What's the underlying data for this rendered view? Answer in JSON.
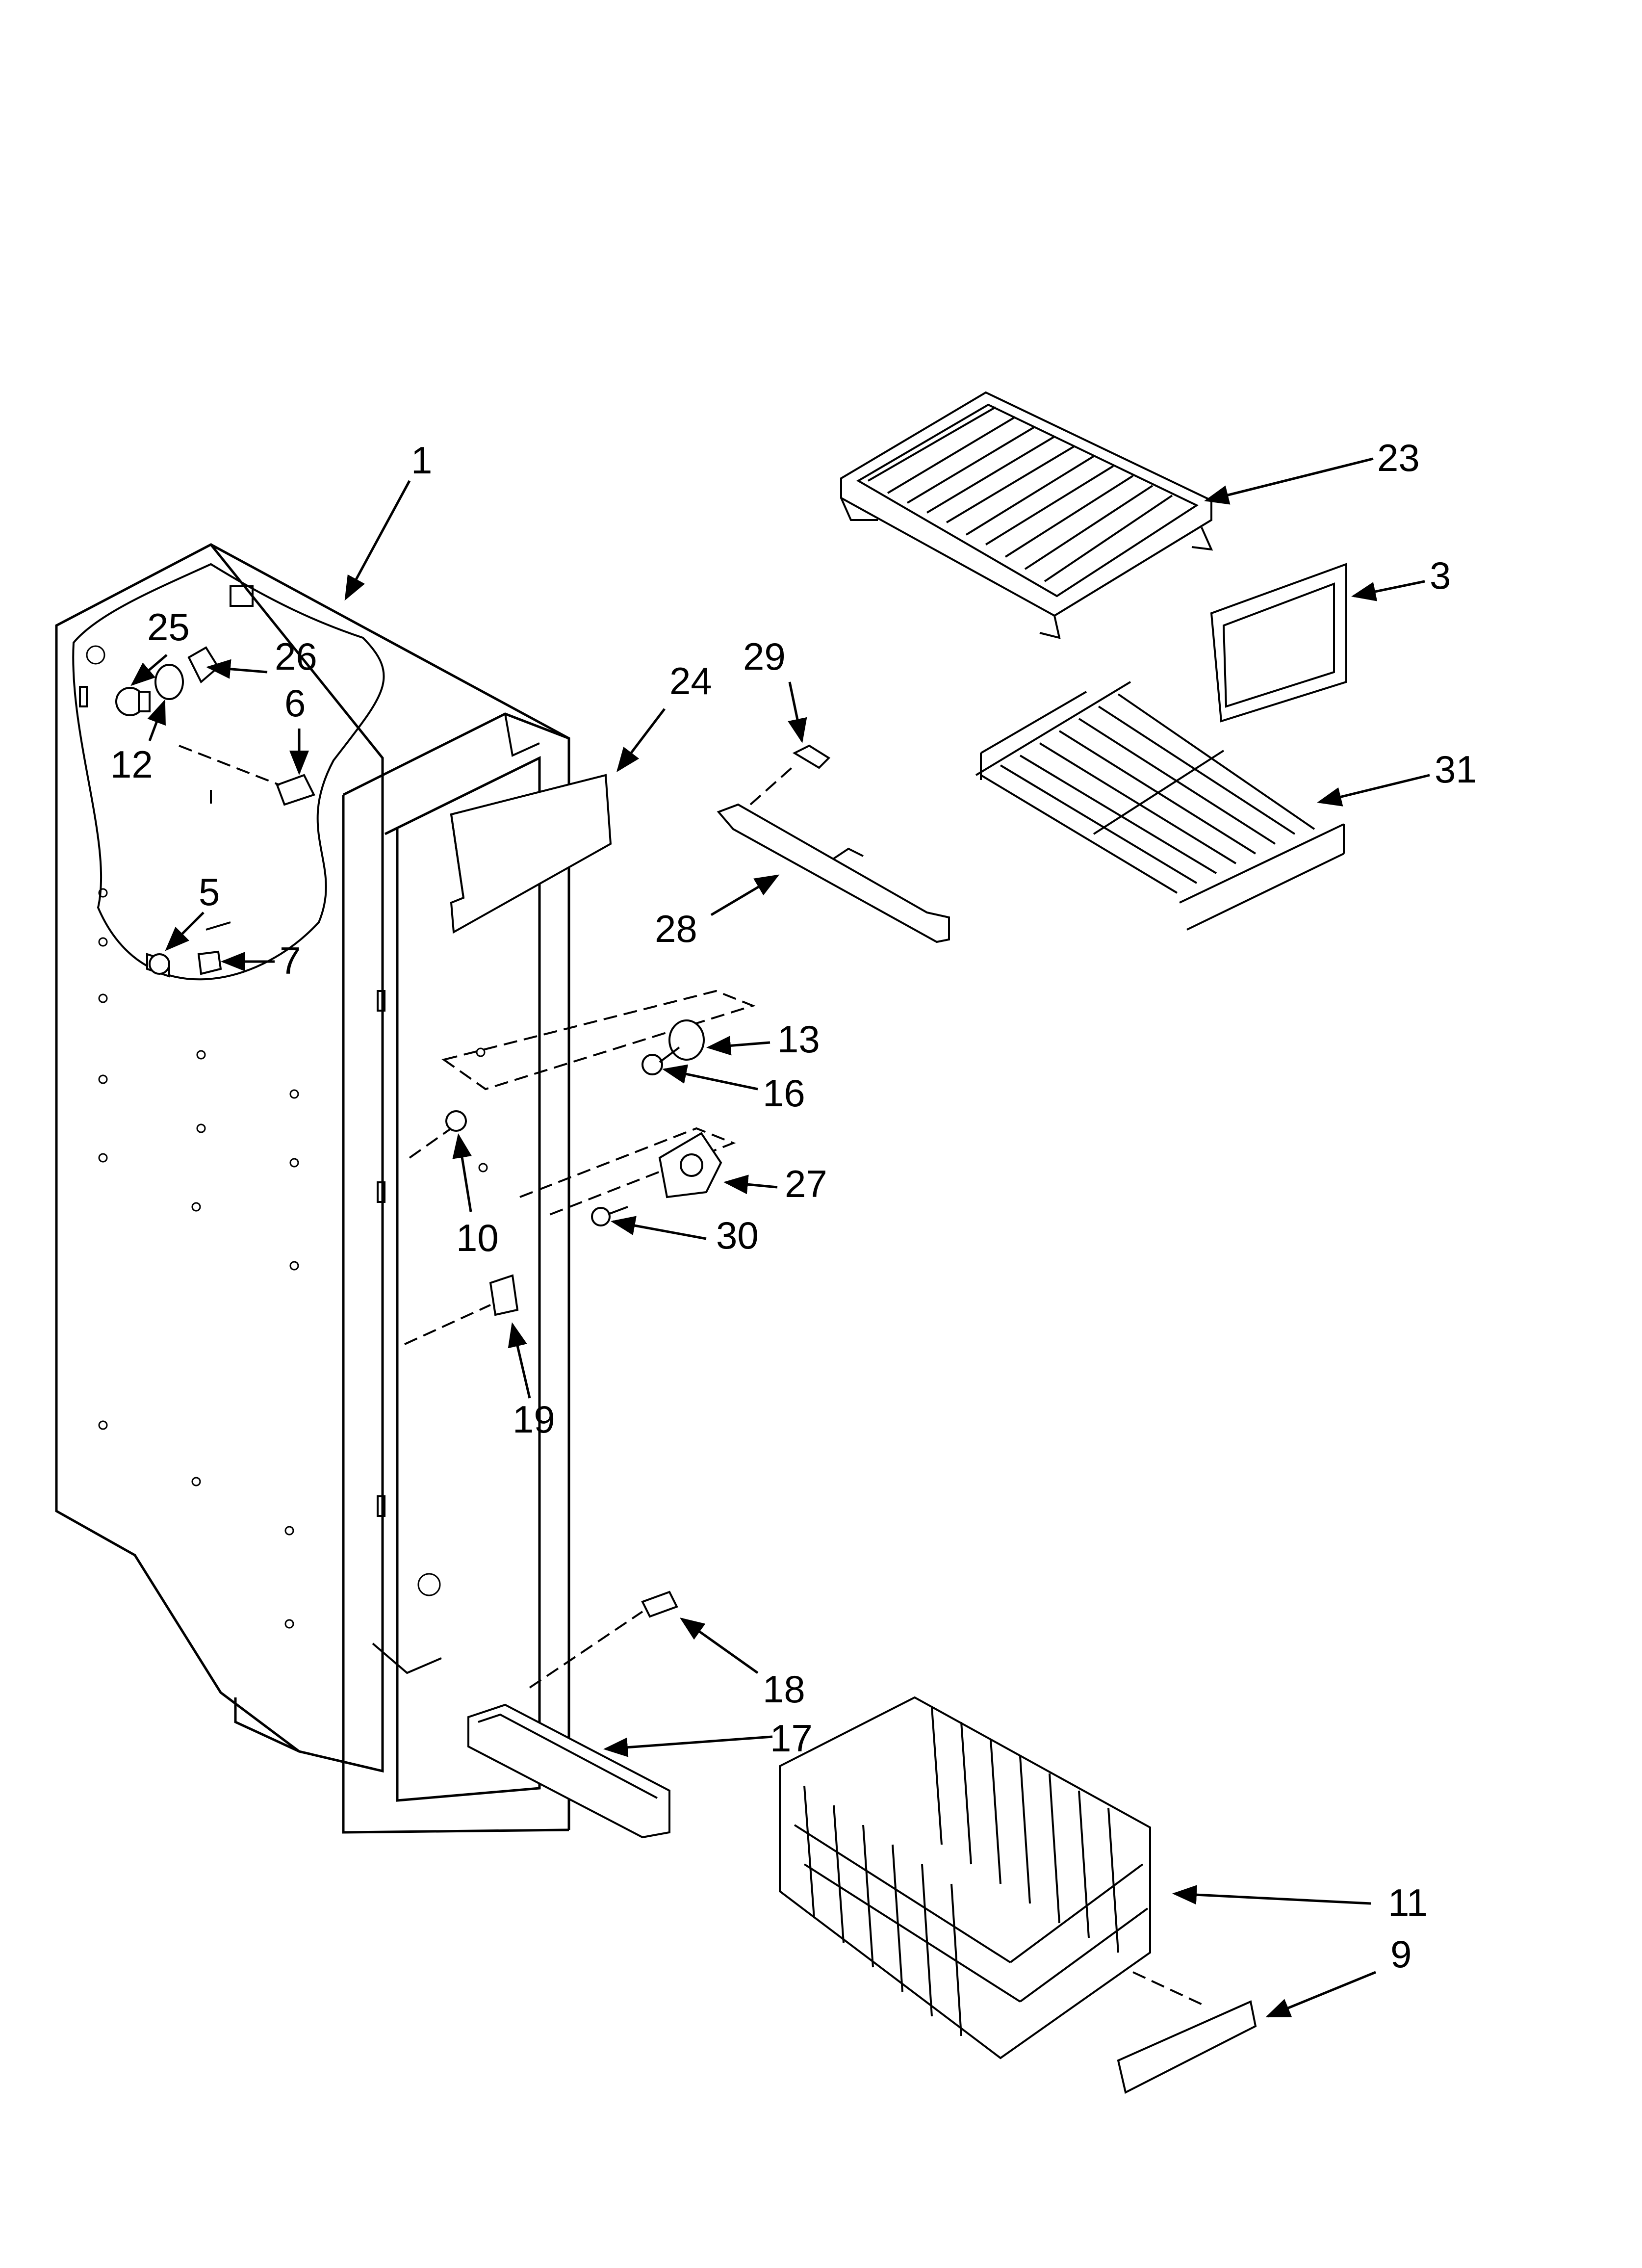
{
  "diagram": {
    "callouts": [
      {
        "id": "c1",
        "label": "1"
      },
      {
        "id": "c23",
        "label": "23"
      },
      {
        "id": "c3",
        "label": "3"
      },
      {
        "id": "c29",
        "label": "29"
      },
      {
        "id": "c24",
        "label": "24"
      },
      {
        "id": "c25",
        "label": "25"
      },
      {
        "id": "c26",
        "label": "26"
      },
      {
        "id": "c6",
        "label": "6"
      },
      {
        "id": "c12",
        "label": "12"
      },
      {
        "id": "c31",
        "label": "31"
      },
      {
        "id": "c28",
        "label": "28"
      },
      {
        "id": "c5",
        "label": "5"
      },
      {
        "id": "c7",
        "label": "7"
      },
      {
        "id": "c13",
        "label": "13"
      },
      {
        "id": "c16",
        "label": "16"
      },
      {
        "id": "c27",
        "label": "27"
      },
      {
        "id": "c10",
        "label": "10"
      },
      {
        "id": "c30",
        "label": "30"
      },
      {
        "id": "c19",
        "label": "19"
      },
      {
        "id": "c18",
        "label": "18"
      },
      {
        "id": "c17",
        "label": "17"
      },
      {
        "id": "c11",
        "label": "11"
      },
      {
        "id": "c9",
        "label": "9"
      }
    ]
  }
}
